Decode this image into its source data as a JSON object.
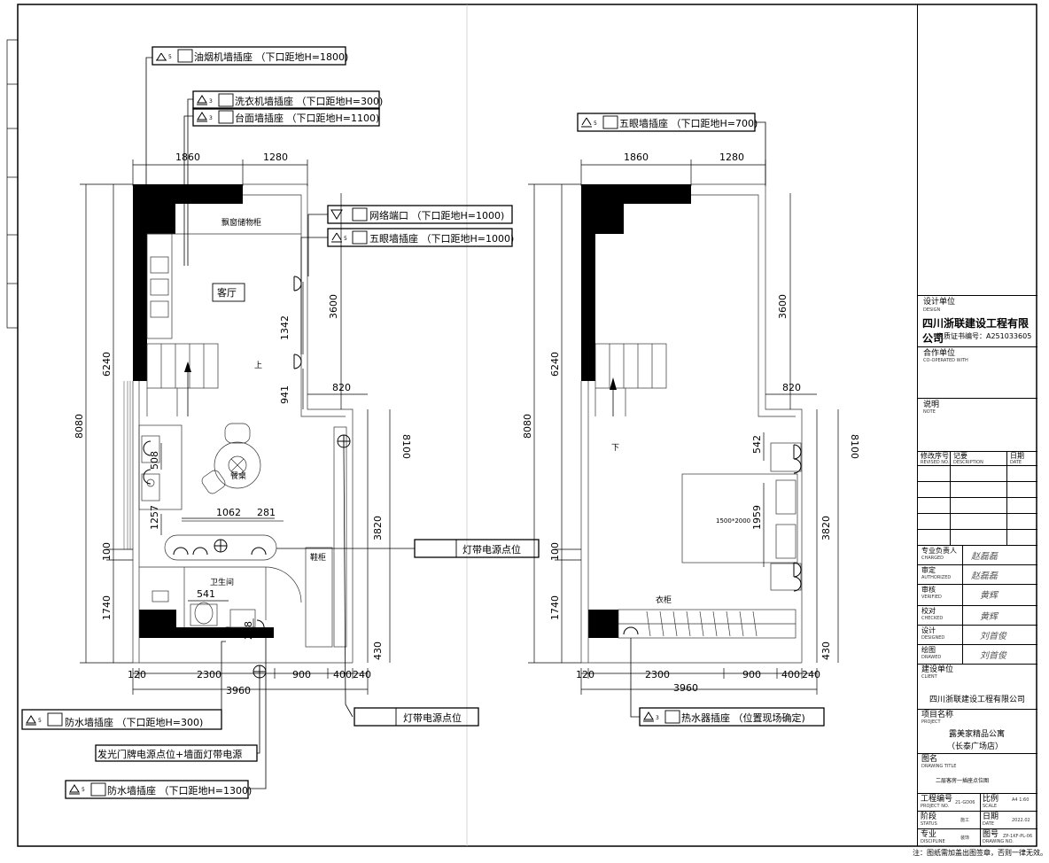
{
  "callouts": {
    "hood_socket": {
      "num": "5",
      "text": "油烟机墙插座 （下口距地H=1800)"
    },
    "washer_socket": {
      "num": "3",
      "text": "洗衣机墙插座 （下口距地H=300)"
    },
    "counter_socket": {
      "num": "3",
      "text": "台面墙插座 （下口距地H=1100)"
    },
    "network_port": {
      "text": "网络端口 （下口距地H=1000)"
    },
    "five_hole_left": {
      "num": "5",
      "text": "五眼墙插座 （下口距地H=1000)"
    },
    "five_hole_right": {
      "num": "5",
      "text": "五眼墙插座 （下口距地H=700)"
    },
    "light_strip_mid": {
      "text": "灯带电源点位"
    },
    "light_strip_bottom": {
      "text": "灯带电源点位"
    },
    "waterproof_300": {
      "num": "5",
      "text": "防水墙插座 （下口距地H=300)"
    },
    "door_light": {
      "text": "发光门牌电源点位+墙面灯带电源"
    },
    "waterproof_1300": {
      "num": "5",
      "text": "防水墙插座 （下口距地H=1300)"
    },
    "water_heater": {
      "num": "3",
      "text": "热水器插座 （位置现场确定)"
    }
  },
  "rooms": {
    "living": "客厅",
    "bay_window": "飘窗储物柜",
    "stair_up": "上",
    "dining": "餐桌",
    "bathroom": "卫生间",
    "shoe_cabinet": "鞋柜",
    "stair_down": "下",
    "bed": "1500*2000",
    "wardrobe": "衣柜"
  },
  "dims": {
    "top1": "1860",
    "top2": "1280",
    "left_total": "8080",
    "left_upper": "6240",
    "left_lower": "1740",
    "left_100": "100",
    "right_total": "8100",
    "right_3600": "3600",
    "right_3820": "3820",
    "right_430": "430",
    "d820": "820",
    "d1342": "1342",
    "d941": "941",
    "d508": "508",
    "d1257": "1257",
    "d1062": "1062",
    "d281": "281",
    "d541": "541",
    "d258": "258",
    "d542": "542",
    "d1959": "1959",
    "b120": "120",
    "b2300": "2300",
    "b900": "900",
    "b400": "400",
    "b240": "240",
    "b3960": "3960"
  },
  "title_block": {
    "design_unit_label": "设计单位",
    "design_unit_sub": "DESIGN",
    "company": "四川浙联建设工程有限公司",
    "cert": "资质证书编号：A251033605",
    "partner_label": "合作单位",
    "partner_sub": "CO-OPERATED WITH",
    "note_label": "说明",
    "note_sub": "NOTE",
    "rev_no": "修改序号",
    "rev_no_sub": "REVISED NO.",
    "rev_desc": "记要",
    "rev_desc_sub": "DESCRIPTION",
    "rev_date": "日期",
    "rev_date_sub": "DATE",
    "charge_label": "专业负责人",
    "charge_sub": "CHARGED",
    "auth_label": "审定",
    "auth_sub": "AUTHORIZED",
    "verify_label": "审核",
    "verify_sub": "VERIFIED",
    "check_label": "校对",
    "check_sub": "CHECKED",
    "design_label": "设计",
    "design_sub": "DESIGNED",
    "draw_label": "绘图",
    "draw_sub": "DRAWED",
    "sig1": "赵磊磊",
    "sig2": "赵磊磊",
    "sig3": "黄辉",
    "sig4": "黄辉",
    "sig5": "刘首俊",
    "sig6": "刘首俊",
    "client_label": "建设单位",
    "client_sub": "CLIENT",
    "client": "四川浙联建设工程有限公司",
    "project_label": "项目名称",
    "project_sub": "PROJECT",
    "project": "露美家精品公寓",
    "project2": "（长泰广场店）",
    "drawing_title_label": "图名",
    "drawing_title_sub": "DRAWING TITLE",
    "drawing_title": "二层客房一插座点位图",
    "proj_no_label": "工程编号",
    "proj_no_sub": "PROJECT NO.",
    "proj_no": "21-GD06",
    "scale_label": "比例",
    "scale_sub": "SCALE",
    "scale": "A4 1:60",
    "stage_label": "阶段",
    "stage_sub": "STATUS",
    "stage": "施工",
    "date_label": "日期",
    "date_sub": "DATE",
    "date": "2022.02",
    "disc_label": "专业",
    "disc_sub": "DISCIPLINE",
    "disc": "装饰",
    "dwg_no_label": "图号",
    "dwg_no_sub": "DRAWING NO.",
    "dwg_no": "ZP-1KF-PL-06"
  },
  "footer_note": "注：图纸需加盖出图签章，否则一律无效。"
}
